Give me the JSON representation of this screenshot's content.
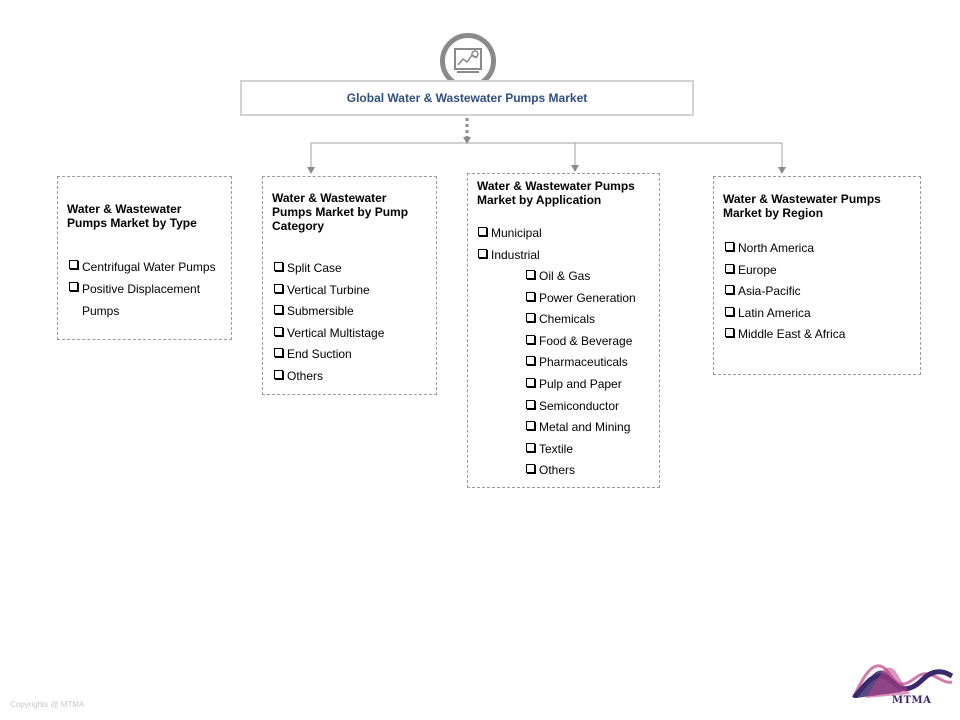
{
  "diagram": {
    "title": "Global  Water & Wastewater Pumps Market",
    "categories": [
      {
        "title": "Water & Wastewater Pumps Market by  Type",
        "items": [
          {
            "label": "Centrifugal Water Pumps"
          },
          {
            "label": "Positive Displacement Pumps"
          }
        ]
      },
      {
        "title": "Water & Wastewater Pumps Market by  Pump Category",
        "items": [
          {
            "label": "Split Case"
          },
          {
            "label": "Vertical Turbine"
          },
          {
            "label": "Submersible"
          },
          {
            "label": "Vertical Multistage"
          },
          {
            "label": "End Suction"
          },
          {
            "label": "Others"
          }
        ]
      },
      {
        "title": "Water & Wastewater Pumps Market by Application",
        "items": [
          {
            "label": "Municipal"
          },
          {
            "label": "Industrial"
          }
        ],
        "subitems": [
          {
            "label": "Oil & Gas"
          },
          {
            "label": "Power Generation"
          },
          {
            "label": "Chemicals"
          },
          {
            "label": "Food & Beverage"
          },
          {
            "label": "Pharmaceuticals"
          },
          {
            "label": "Pulp and Paper"
          },
          {
            "label": "Semiconductor"
          },
          {
            "label": "Metal and Mining"
          },
          {
            "label": "Textile"
          },
          {
            "label": "Others"
          }
        ]
      },
      {
        "title": "Water & Wastewater Pumps Market by Region",
        "items": [
          {
            "label": "North America"
          },
          {
            "label": "Europe"
          },
          {
            "label": "Asia-Pacific"
          },
          {
            "label": "Latin America"
          },
          {
            "label": "Middle East & Africa"
          }
        ]
      }
    ]
  },
  "logo": {
    "text": "MTMA"
  },
  "footer": {
    "copyright": "Copyrights @ MTMA"
  },
  "colors": {
    "title_text": "#2f4f7f",
    "connector": "#8a8a8a",
    "icon": "#8a8a8a",
    "logo_purple": "#3b2a6b",
    "logo_pink": "#c0428a"
  },
  "icons": {
    "header": "chart-presentation-icon"
  }
}
